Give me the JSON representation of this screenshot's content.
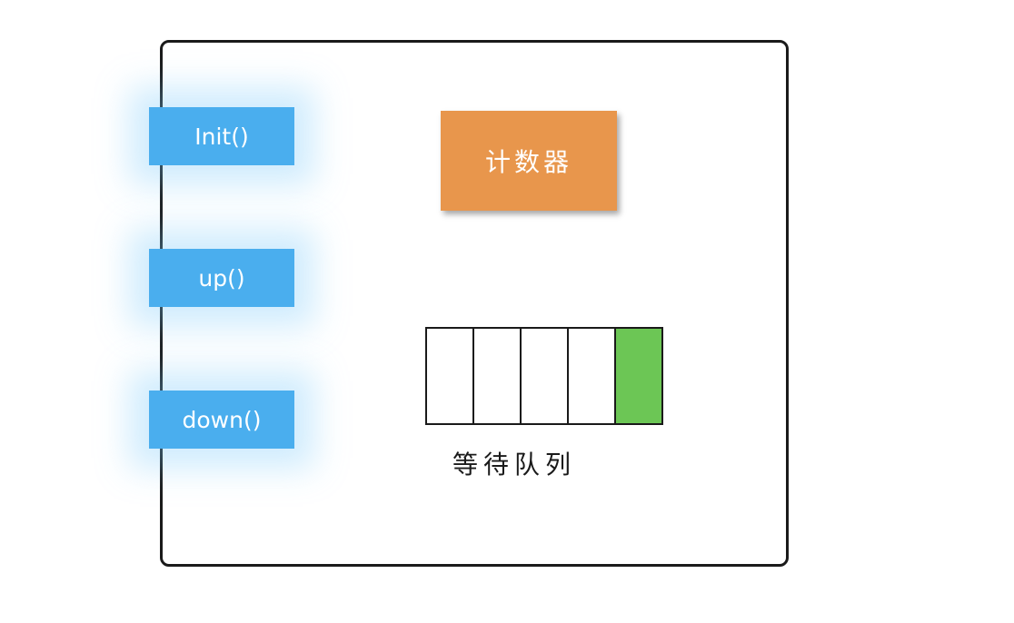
{
  "methods": [
    {
      "label": "Init()"
    },
    {
      "label": "up()"
    },
    {
      "label": "down()"
    }
  ],
  "counter": {
    "label": "计数器"
  },
  "wait_queue": {
    "label": "等待队列",
    "slots": [
      {
        "filled": false
      },
      {
        "filled": false
      },
      {
        "filled": false
      },
      {
        "filled": false
      },
      {
        "filled": true
      }
    ]
  },
  "colors": {
    "method": "#4aaeee",
    "counter": "#e8964c",
    "queue_filled": "#6cc655",
    "frame": "#1a1a1a"
  }
}
